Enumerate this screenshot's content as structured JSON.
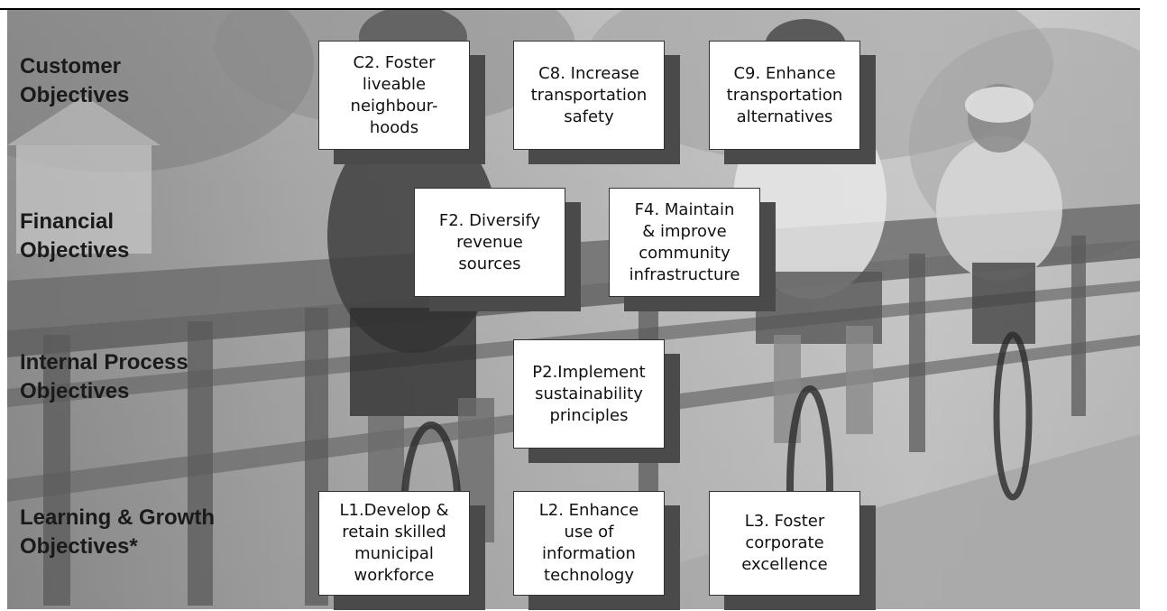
{
  "rows": [
    {
      "line1": "Customer",
      "line2": "Objectives"
    },
    {
      "line1": "Financial",
      "line2": "Objectives"
    },
    {
      "line1": "Internal Process",
      "line2": "Objectives"
    },
    {
      "line1": "Learning & Growth",
      "line2": "Objectives*"
    }
  ],
  "boxes": {
    "c2": "C2. Foster\nliveable\nneighbour-\nhoods",
    "c8": "C8. Increase\ntransportation\nsafety",
    "c9": "C9. Enhance\ntransportation\nalternatives",
    "f2": "F2. Diversify\nrevenue\nsources",
    "f4": "F4. Maintain\n& improve\ncommunity\ninfrastructure",
    "p2": "P2.Implement\nsustainability\nprinciples",
    "l1": "L1.Develop &\nretain skilled\nmunicipal\nworkforce",
    "l2": "L2. Enhance\nuse of\ninformation\ntechnology",
    "l3": "L3. Foster\ncorporate\nexcellence"
  }
}
